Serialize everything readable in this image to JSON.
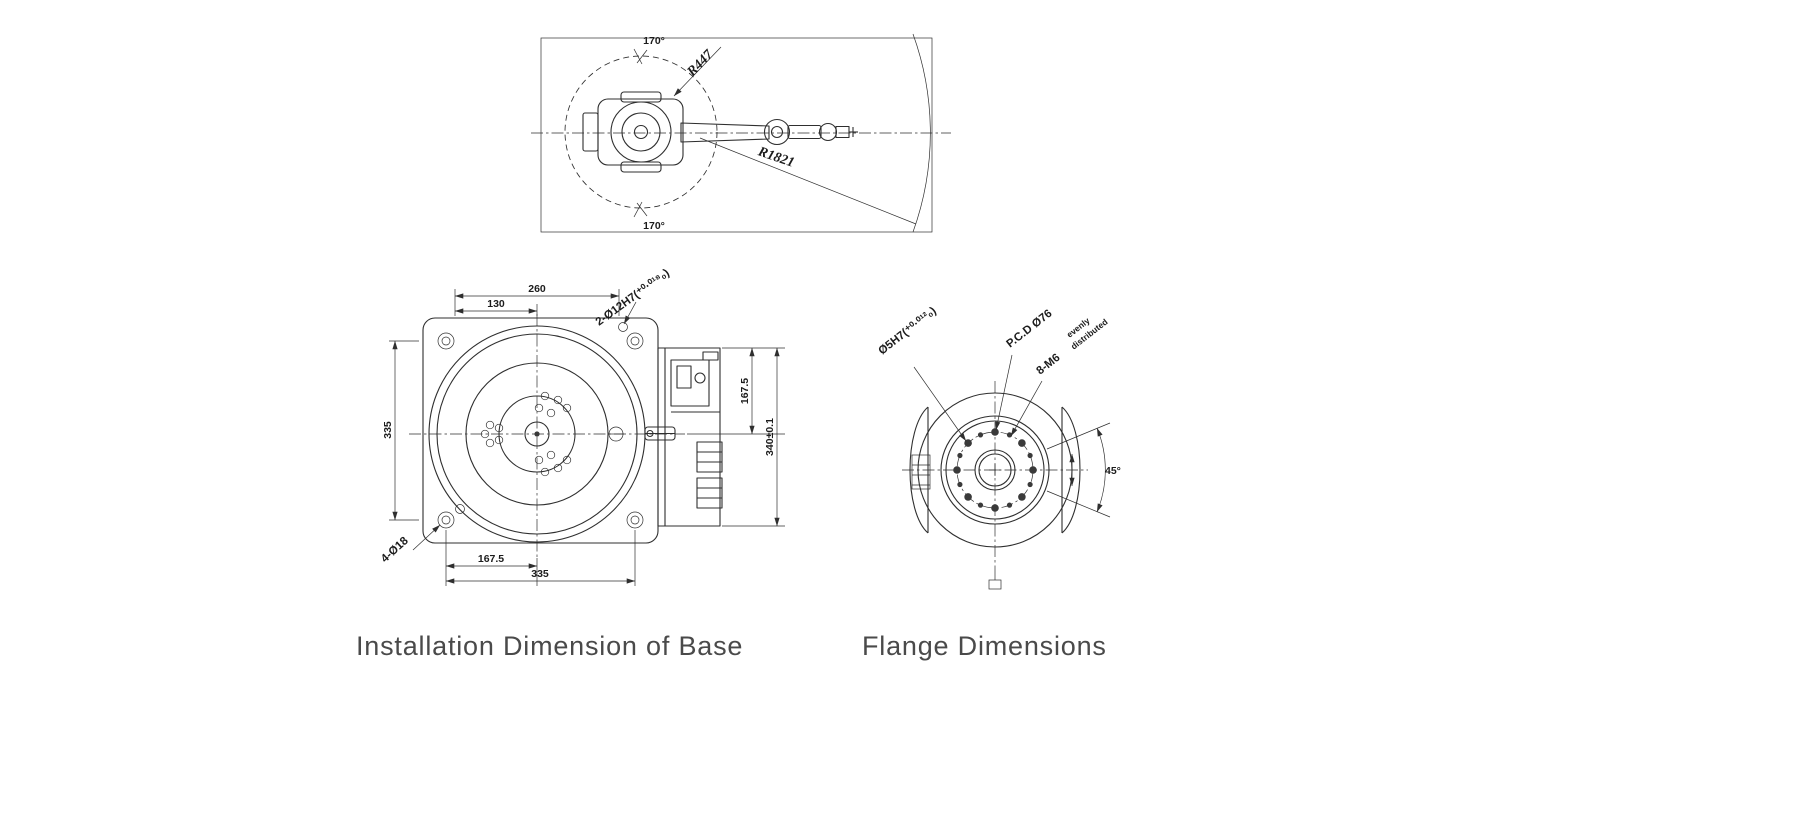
{
  "colors": {
    "line": "#2f2f2f",
    "caption_text": "#4a4a4a",
    "background": "#ffffff"
  },
  "captions": {
    "base": "Installation Dimension of Base",
    "flange": "Flange Dimensions"
  },
  "top_view": {
    "angle_limit_top": "170°",
    "angle_limit_bottom": "170°",
    "reach_radius_inner": "R447",
    "reach_radius_outer": "R1821"
  },
  "base_view": {
    "dim_top_width": "260",
    "dim_top_half_width": "130",
    "dim_left_height": "335",
    "dim_bottom_half_width": "167.5",
    "dim_bottom_width": "335",
    "dim_right_upper": "167.5",
    "dim_right_total": "340±0.1",
    "label_locating_pin_holes": "2-Ø12H7(⁺⁰·⁰¹⁸₀)",
    "label_mounting_holes": "4-Ø18"
  },
  "flange_view": {
    "label_pin_hole": "Ø5H7(⁺⁰·⁰¹²₀)",
    "label_pitch_circle": "P.C.D Ø76",
    "label_tapped_holes": "8-M6",
    "label_tapped_holes_note_line1": "evenly",
    "label_tapped_holes_note_line2": "distributed",
    "dim_hole_spacing_angle": "45°"
  }
}
